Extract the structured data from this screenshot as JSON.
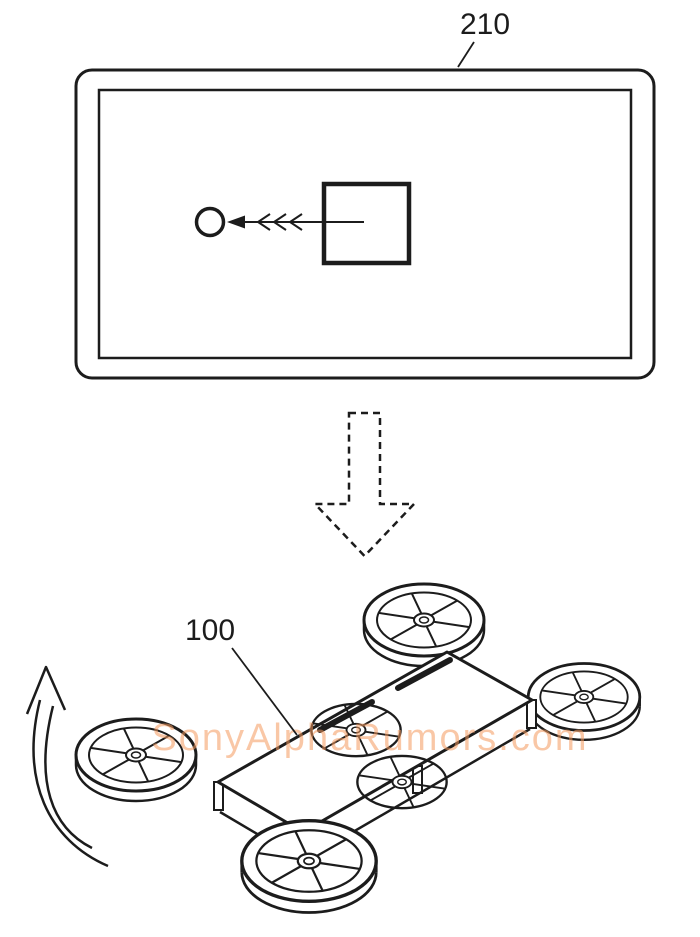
{
  "figure": {
    "type": "patent-diagram",
    "reference_labels": {
      "screen": "210",
      "drone": "100"
    },
    "watermark_text": "SonyAlphaRumors.com",
    "elements": {
      "screen": "display panel with target circle, selection square and multi-barb arrow",
      "flow": "dashed block arrow pointing down",
      "drone": "quadcopter with four ducted rotors and body plates",
      "rotation": "curved arrow indicating upward/leftward motion"
    },
    "colors": {
      "line": "#1c1c1c",
      "watermark": "#f59a5e",
      "background": "#ffffff"
    }
  }
}
